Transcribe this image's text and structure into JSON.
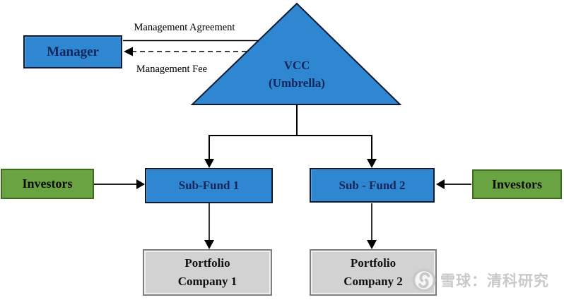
{
  "diagram": {
    "manager": {
      "label": "Manager"
    },
    "vcc": {
      "line1": "VCC",
      "line2": "(Umbrella)"
    },
    "edges": {
      "management_agreement": "Management Agreement",
      "management_fee": "Management Fee"
    },
    "investors_left": {
      "label": "Investors"
    },
    "investors_right": {
      "label": "Investors"
    },
    "subfund1": {
      "label": "Sub-Fund 1"
    },
    "subfund2": {
      "label": "Sub - Fund 2"
    },
    "portfolio1": {
      "line1": "Portfolio",
      "line2": "Company 1"
    },
    "portfolio2": {
      "line1": "Portfolio",
      "line2": "Company 2"
    }
  },
  "watermark": {
    "text": "雪球：清科研究"
  },
  "colors": {
    "node_blue_fill": "#2f86d1",
    "node_blue_border": "#0d1b35",
    "node_blue_text": "#14265a",
    "node_green_fill": "#6aa342",
    "node_green_border": "#3f6b1f",
    "node_gray_fill": "#d2d2d2",
    "node_gray_border": "#7f7f7f",
    "connector": "#000000",
    "watermark_gray": "#c9c9c9",
    "background": "#ffffff"
  }
}
